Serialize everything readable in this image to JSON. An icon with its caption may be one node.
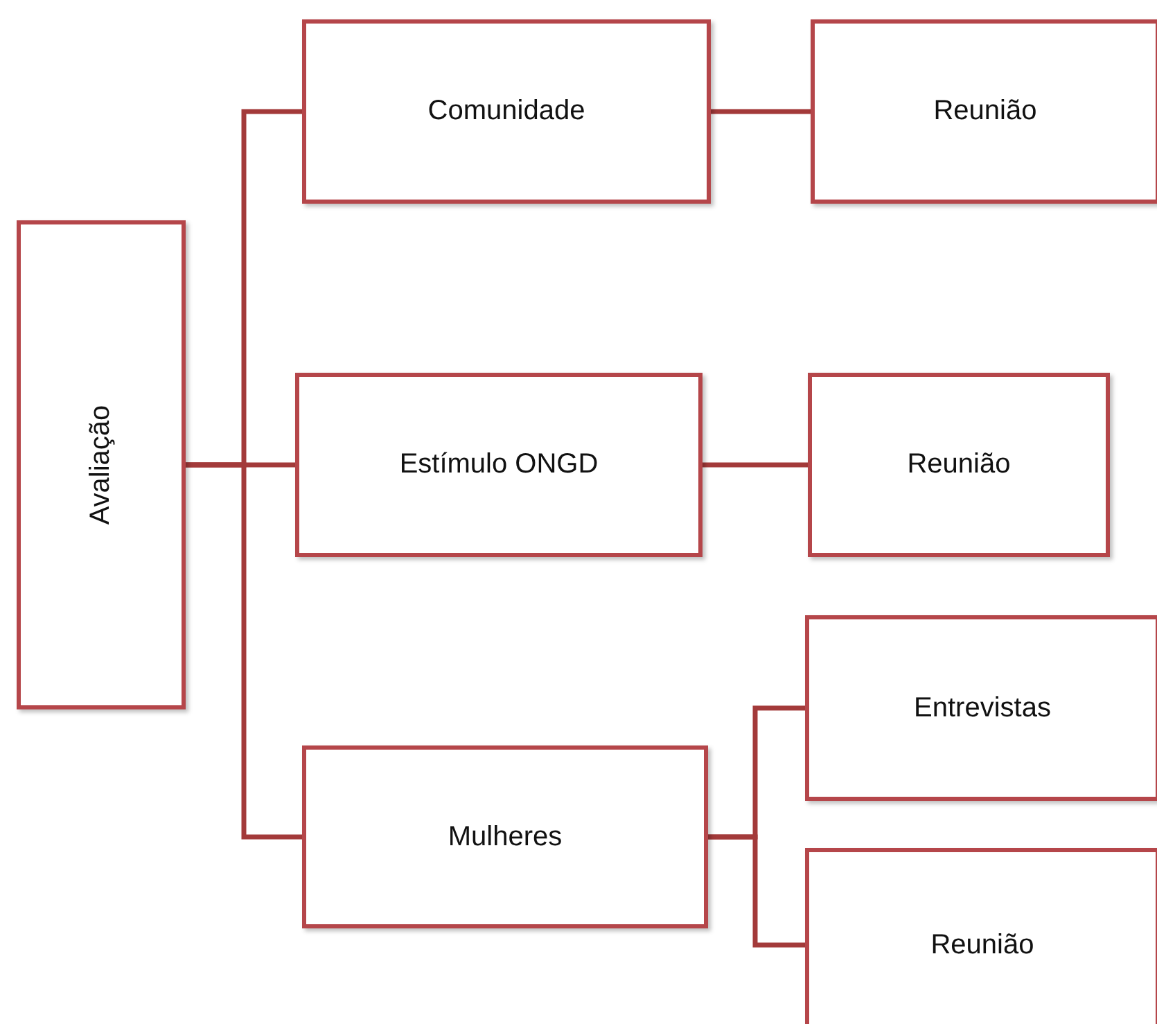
{
  "diagram": {
    "nodes": [
      {
        "text": [
          "Avaliação"
        ]
      },
      {
        "text": [
          "Comunidade"
        ]
      },
      {
        "text": [
          "Reunião"
        ]
      },
      {
        "text": [
          "Estímulo ONGD"
        ]
      },
      {
        "text": [
          "Reunião"
        ]
      },
      {
        "text": [
          "Mulheres"
        ]
      },
      {
        "text": [
          "Entrevistas"
        ]
      },
      {
        "text": [
          "Reunião"
        ]
      }
    ],
    "edges": [
      {
        "from": 0,
        "to": 1,
        "arrow": "none"
      },
      {
        "from": 0,
        "to": 3,
        "arrow": "none"
      },
      {
        "from": 0,
        "to": 5,
        "arrow": "none"
      },
      {
        "from": 1,
        "to": 2,
        "arrow": "none"
      },
      {
        "from": 3,
        "to": 4,
        "arrow": "none"
      },
      {
        "from": 5,
        "to": 6,
        "arrow": "none"
      },
      {
        "from": 5,
        "to": 7,
        "arrow": "none"
      }
    ]
  }
}
